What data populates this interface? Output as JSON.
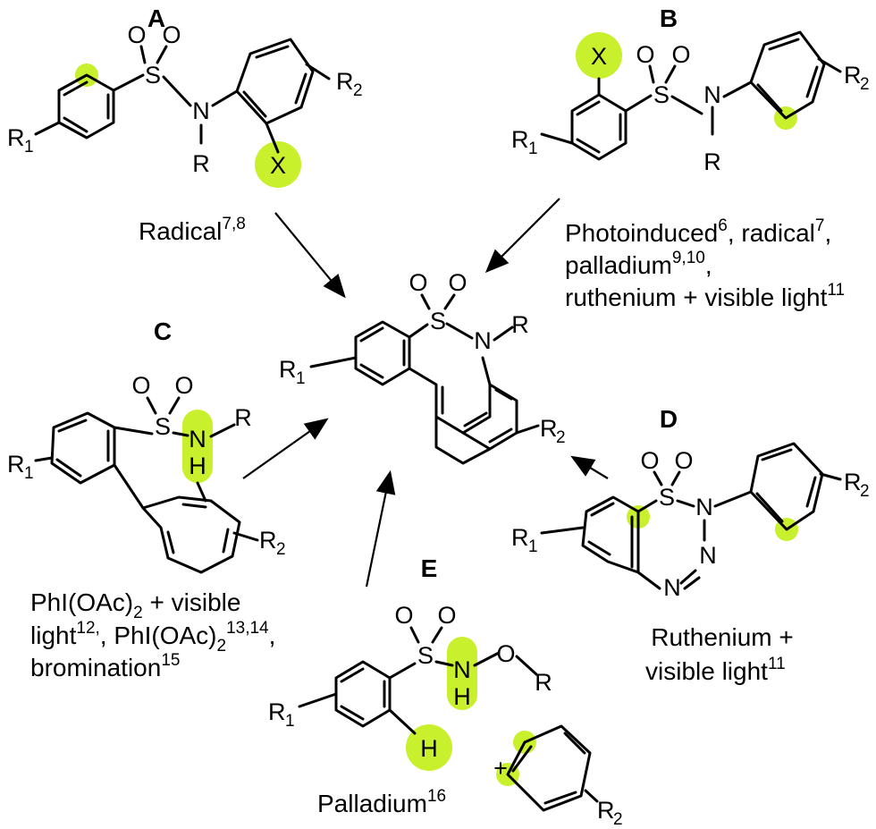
{
  "labels": {
    "A": "A",
    "B": "B",
    "C": "C",
    "D": "D",
    "E": "E"
  },
  "conditions": {
    "A_line1": "Radical",
    "A_line1_ref": "7,8",
    "B_line1_a": "Photoinduced",
    "B_line1_a_ref": "6",
    "B_line1_b": ", radical",
    "B_line1_b_ref": "7",
    "B_line1_c": ",",
    "B_line2": "palladium",
    "B_line2_ref": "9,10",
    "B_line2_end": ",",
    "B_line3": "ruthenium + visible light",
    "B_line3_ref": "11",
    "C_line1_a": "PhI(OAc)",
    "C_line1_sub": "2",
    "C_line1_b": " + visible",
    "C_line2_a": "light",
    "C_line2_ref": "12,",
    "C_line2_b": ", PhI(OAc)",
    "C_line2_sub": "2",
    "C_line2_ref2": "13,14",
    "C_line2_end": ",",
    "C_line3": "bromination",
    "C_line3_ref": "15",
    "D_line1": "Ruthenium +",
    "D_line2": "visible light",
    "D_line2_ref": "11",
    "E_line1": "Palladium",
    "E_line1_ref": "16"
  },
  "atoms": {
    "S": "S",
    "N": "N",
    "O": "O",
    "R": "R",
    "X": "X",
    "H": "H",
    "R1": "R",
    "R1_sub": "1",
    "R2": "R",
    "R2_sub": "2",
    "plus": "+"
  },
  "colors": {
    "highlight": "#c8f02d",
    "ink": "#000000"
  }
}
